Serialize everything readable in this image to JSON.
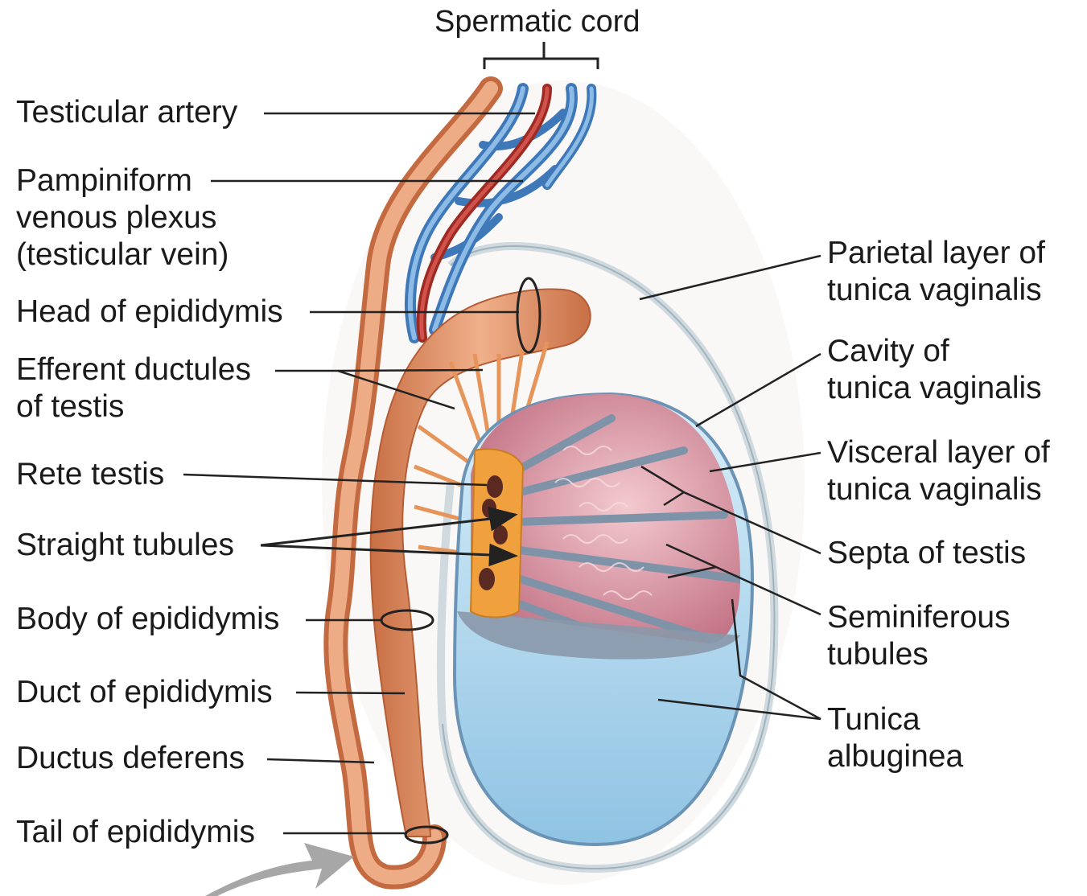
{
  "title": "Spermatic cord",
  "left_labels": {
    "testicular_artery": [
      "Testicular artery"
    ],
    "pampiniform": [
      "Pampiniform",
      "venous plexus",
      "(testicular vein)"
    ],
    "head_epididymis": [
      "Head of epididymis"
    ],
    "efferent_ductules": [
      "Efferent ductules",
      "of testis"
    ],
    "rete_testis": [
      "Rete testis"
    ],
    "straight_tubules": [
      "Straight tubules"
    ],
    "body_epididymis": [
      "Body of epididymis"
    ],
    "duct_epididymis": [
      "Duct of epididymis"
    ],
    "ductus_deferens": [
      "Ductus deferens"
    ],
    "tail_epididymis": [
      "Tail of epididymis"
    ]
  },
  "right_labels": {
    "parietal_layer": [
      "Parietal layer of",
      "tunica vaginalis"
    ],
    "cavity": [
      "Cavity of",
      "tunica vaginalis"
    ],
    "visceral_layer": [
      "Visceral layer of",
      "tunica vaginalis"
    ],
    "septa": [
      "Septa of testis"
    ],
    "seminiferous": [
      "Seminiferous",
      "tubules"
    ],
    "tunica_albuginea": [
      "Tunica",
      "albuginea"
    ]
  },
  "colors": {
    "artery": "#b3362f",
    "vein": "#4e86c6",
    "epididymis": "#e0956a",
    "testis_lobules": "#c97a8a",
    "albuginea": "#a9c8dd",
    "fluid": "#bfe0f2",
    "rete": "#f0a03c"
  }
}
